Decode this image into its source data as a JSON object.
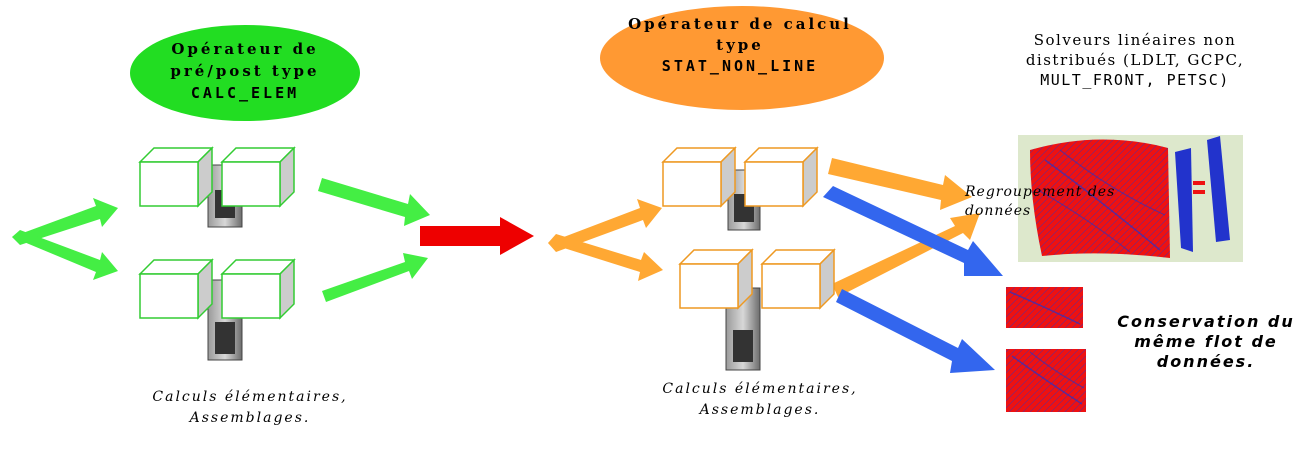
{
  "operators": {
    "pre_post": {
      "title_line1": "Opérateur de",
      "title_line2": "pré/post type",
      "command": "CALC_ELEM",
      "ellipse_color": "#22dd22"
    },
    "calcul": {
      "title_line1": "Opérateur de calcul",
      "title_line2": "type",
      "command": "STAT_NON_LINE",
      "ellipse_color": "#ff9933"
    }
  },
  "solvers": {
    "line1": "Solveurs linéaires non",
    "line2": "distribués (LDLT, GCPC,",
    "line3": "MULT_FRONT,  PETSC)"
  },
  "regroupement": {
    "line1": "Regroupement des",
    "line2": "données"
  },
  "conservation": {
    "line1": "Conservation du",
    "line2": "même flot de",
    "line3": "données."
  },
  "captions": {
    "left_line1": "Calculs élémentaires,",
    "left_line2": "Assemblages.",
    "right_line1": "Calculs élémentaires,",
    "right_line2": "Assemblages."
  },
  "colors": {
    "green_arrow": "#44ee44",
    "red_arrow": "#ee0000",
    "orange_arrow": "#ffa833",
    "blue_arrow": "#3366ee",
    "green_box": "#33cc33",
    "orange_box": "#ee9922",
    "matrix_red": "#ee1111",
    "matrix_blue": "#2233cc",
    "panel_bg": "#dde8cc"
  },
  "icons": [
    "server-icon",
    "matrix-icon",
    "equals-icon"
  ]
}
